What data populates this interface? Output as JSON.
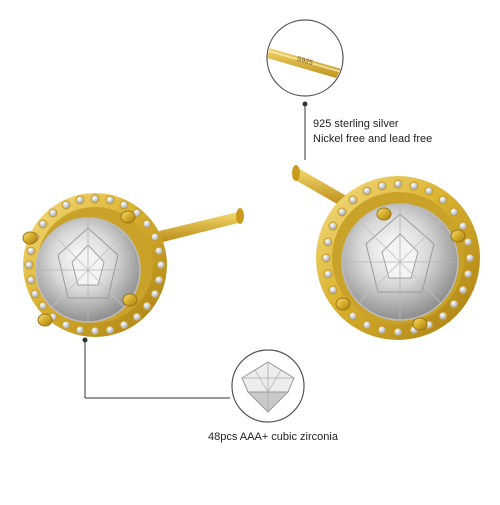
{
  "product": {
    "kind": "round halo cubic zirconia stud earrings",
    "metal_color": "#D9B22E",
    "stone_color": "#E6E6E6"
  },
  "callouts": {
    "post_stamp": "S925",
    "silver_line_1": "925 sterling silver",
    "silver_line_2": "Nickel free and lead free",
    "stone_caption": "48pcs AAA+ cubic zirconia"
  }
}
